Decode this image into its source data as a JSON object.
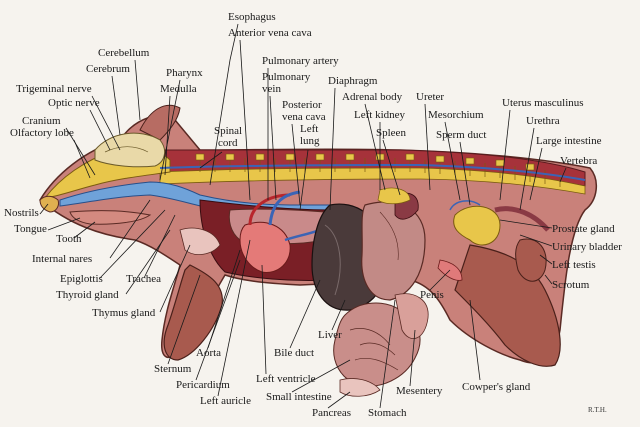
{
  "figure": {
    "signature": "R.T.H.",
    "labels": {
      "esophagus": "Esophagus",
      "anterior_vena_cava": "Anterior vena cava",
      "cerebellum": "Cerebellum",
      "cerebrum": "Cerebrum",
      "pulmonary_artery": "Pulmonary artery",
      "pharynx": "Pharynx",
      "pulmonary_vein": "Pulmonary\nvein",
      "diaphragm": "Diaphragm",
      "trigeminal_nerve": "Trigeminal nerve",
      "medulla": "Medulla",
      "optic_nerve": "Optic nerve",
      "posterior_vena_cava": "Posterior\nvena cava",
      "adrenal_body": "Adrenal body",
      "ureter": "Ureter",
      "uterus_masculinus": "Uterus masculinus",
      "cranium": "Cranium",
      "olfactory_lobe": "Olfactory lobe",
      "spinal_cord": "Spinal\ncord",
      "left_lung": "Left\nlung",
      "left_kidney": "Left kidney",
      "mesorchium": "Mesorchium",
      "urethra": "Urethra",
      "spleen": "Spleen",
      "sperm_duct": "Sperm duct",
      "large_intestine": "Large intestine",
      "vertebra": "Vertebra",
      "nostrils": "Nostrils",
      "tongue": "Tongue",
      "tooth": "Tooth",
      "internal_nares": "Internal nares",
      "epiglottis": "Epiglottis",
      "trachea": "Trachea",
      "thyroid_gland": "Thyroid gland",
      "thymus_gland": "Thymus gland",
      "prostate_gland": "Prostate gland",
      "urinary_bladder": "Urinary bladder",
      "left_testis": "Left testis",
      "scrotum": "Scrotum",
      "penis": "Penis",
      "liver": "Liver",
      "aorta": "Aorta",
      "bile_duct": "Bile duct",
      "sternum": "Sternum",
      "left_ventricle": "Left ventricle",
      "pericardium": "Pericardium",
      "mesentery": "Mesentery",
      "cowpers_gland": "Cowper's gland",
      "left_auricle": "Left auricle",
      "small_intestine": "Small intestine",
      "pancreas": "Pancreas",
      "stomach": "Stomach"
    }
  }
}
